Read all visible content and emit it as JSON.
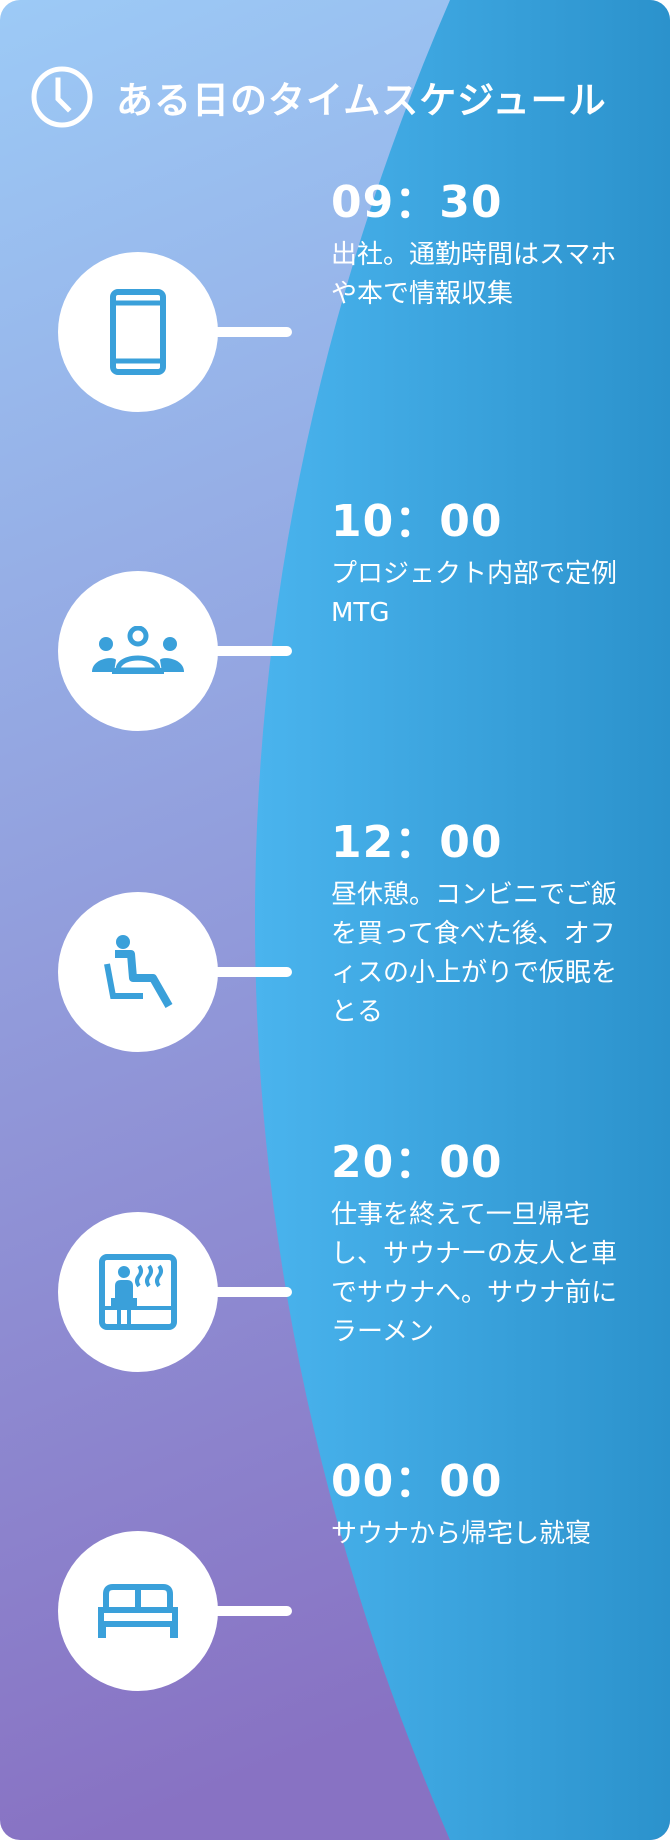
{
  "title": "ある日のタイムスケジュール",
  "title_icon": "clock-icon",
  "colors": {
    "left_top": "#9ccaf6",
    "left_bottom": "#8872c3",
    "right_top": "#3ea6e0",
    "right_mid": "#4ab4ee",
    "right_edge": "#2b92cc",
    "icon": "#3aa0da"
  },
  "schedule": [
    {
      "time": "09：30",
      "description": "出社。通勤時間はスマホや本で情報収集",
      "icon": "smartphone-icon"
    },
    {
      "time": "10：00",
      "description": "プロジェクト内部で定例MTG",
      "icon": "group-meeting-icon"
    },
    {
      "time": "12：00",
      "description": "昼休憩。コンビニでご飯を買って食べた後、オフィスの小上がりで仮眠をとる",
      "icon": "reclining-person-icon"
    },
    {
      "time": "20：00",
      "description": "仕事を終えて一旦帰宅し、サウナーの友人と車でサウナへ。サウナ前にラーメン",
      "icon": "sauna-icon"
    },
    {
      "time": "00：00",
      "description": "サウナから帰宅し就寝",
      "icon": "bed-icon"
    }
  ]
}
